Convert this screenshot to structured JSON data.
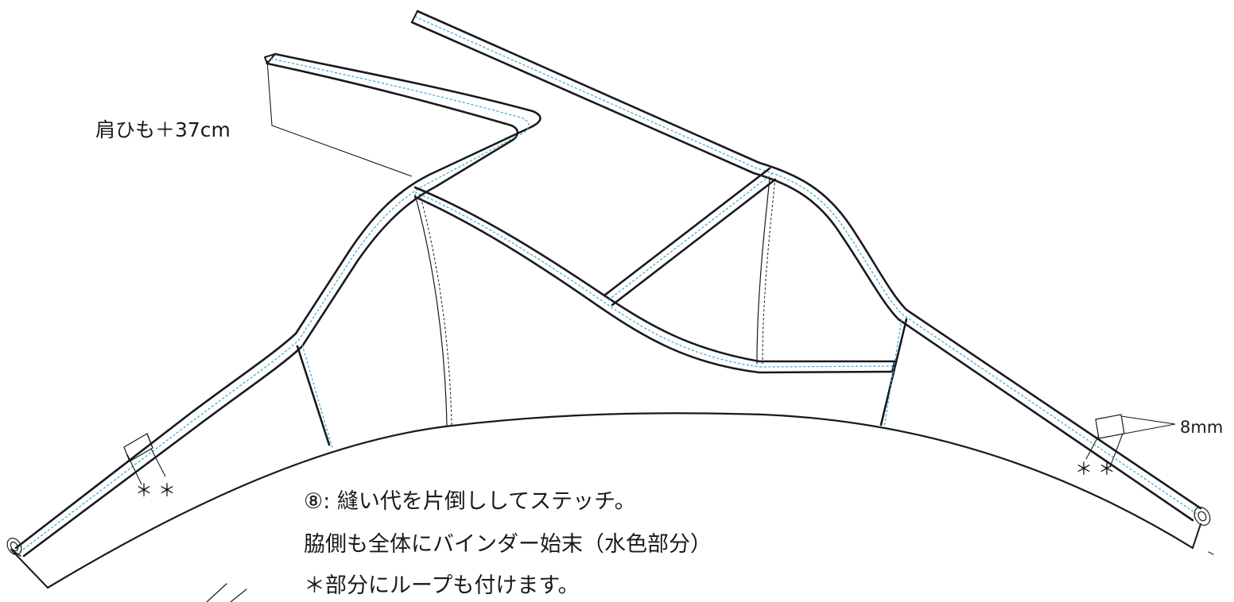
{
  "labels": {
    "strap_length": "肩ひも＋37cm",
    "loop_width": "8mm",
    "marker_left": "＊ ＊",
    "marker_right": "＊ ＊"
  },
  "instructions": [
    "⑧: 縫い代を片倒ししてステッチ。",
    "脇側も全体にバインダー始末（水色部分）",
    "＊部分にループも付けます。"
  ],
  "colors": {
    "outline": "#1a1a1a",
    "binding_stitch": "#2aa7d8"
  }
}
